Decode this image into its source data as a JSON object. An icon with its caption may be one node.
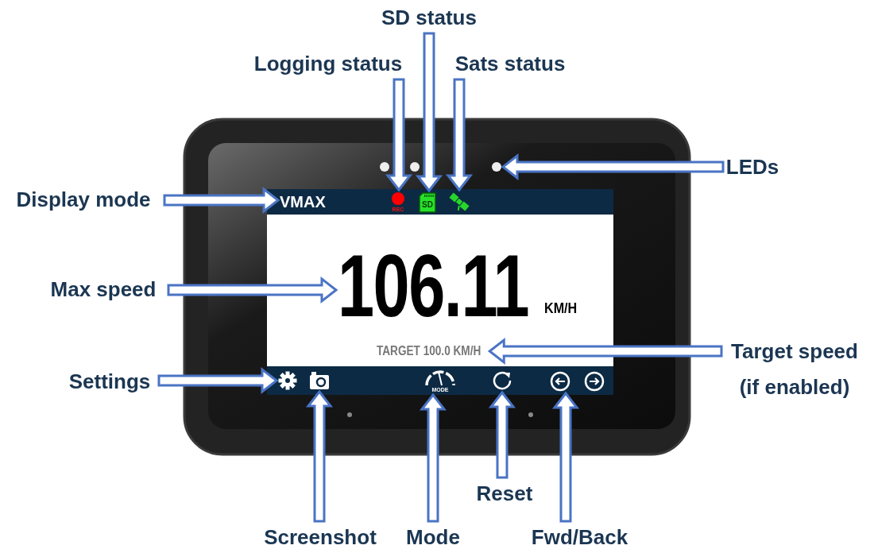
{
  "diagram": {
    "nodes": [
      {
        "text": [
          "SD status"
        ]
      },
      {
        "text": [
          "Logging status"
        ]
      },
      {
        "text": [
          "Sats status"
        ]
      },
      {
        "text": [
          "LEDs"
        ]
      },
      {
        "text": [
          "Display mode"
        ]
      },
      {
        "text": [
          "Max speed"
        ]
      },
      {
        "text": [
          "Target speed (if enabled)"
        ]
      },
      {
        "text": [
          "Settings"
        ]
      },
      {
        "text": [
          "Reset"
        ]
      },
      {
        "text": [
          "Screenshot"
        ]
      },
      {
        "text": [
          "Mode"
        ]
      },
      {
        "text": [
          "Fwd/Back"
        ]
      },
      {
        "text": [],
        "shape": "circle"
      },
      {
        "text": [],
        "shape": "circle"
      },
      {
        "text": [],
        "shape": "circle"
      },
      {
        "text": [
          "VMAX"
        ]
      },
      {
        "text": [
          "REC"
        ]
      },
      {
        "text": [
          "SD"
        ]
      },
      {
        "text": [],
        "shape": "picture"
      },
      {
        "text": [
          "106.11"
        ],
        "beside": [
          "KM/H"
        ]
      },
      {
        "text": [
          "TARGET 100.0 KM/H"
        ]
      },
      {
        "text": [],
        "shape": "picture"
      },
      {
        "text": [],
        "shape": "picture"
      },
      {
        "text": [
          "MODE"
        ]
      },
      {
        "text": [],
        "shape": "picture"
      },
      {
        "text": [],
        "shape": "picture"
      },
      {
        "text": [],
        "shape": "picture"
      }
    ],
    "edges": [
      {
        "from": 1,
        "to": 16,
        "arrow": "to"
      },
      {
        "from": 0,
        "to": 17,
        "arrow": "to"
      },
      {
        "from": 2,
        "to": 18,
        "arrow": "to"
      },
      {
        "from": 3,
        "to": 14,
        "arrow": "to"
      },
      {
        "from": 4,
        "to": 15,
        "arrow": "to"
      },
      {
        "from": 5,
        "to": 19,
        "arrow": "to"
      },
      {
        "from": 6,
        "to": 20,
        "arrow": "to"
      },
      {
        "from": 7,
        "to": 21,
        "arrow": "to"
      },
      {
        "from": 9,
        "to": 22,
        "arrow": "to"
      },
      {
        "from": 10,
        "to": 23,
        "arrow": "to"
      },
      {
        "from": 8,
        "to": 24,
        "arrow": "to"
      },
      {
        "from": 11,
        "to": 25,
        "arrow": "to"
      }
    ]
  }
}
